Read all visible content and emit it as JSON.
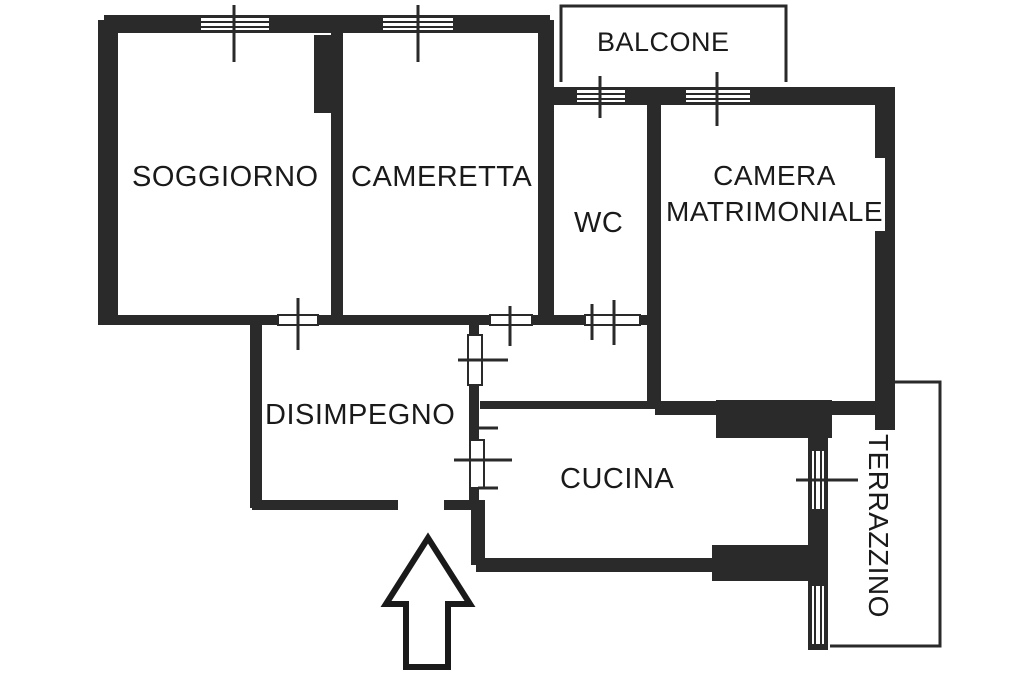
{
  "plan": {
    "rooms": {
      "soggiorno": "SOGGIORNO",
      "cameretta": "CAMERETTA",
      "wc": "WC",
      "balcone": "BALCONE",
      "camera_line1": "CAMERA",
      "camera_line2": "MATRIMONIALE",
      "disimpegno": "DISIMPEGNO",
      "cucina": "CUCINA",
      "terrazzino": "TERRAZZINO"
    },
    "colors": {
      "wall": "#2a2a2a",
      "background": "#ffffff"
    }
  }
}
